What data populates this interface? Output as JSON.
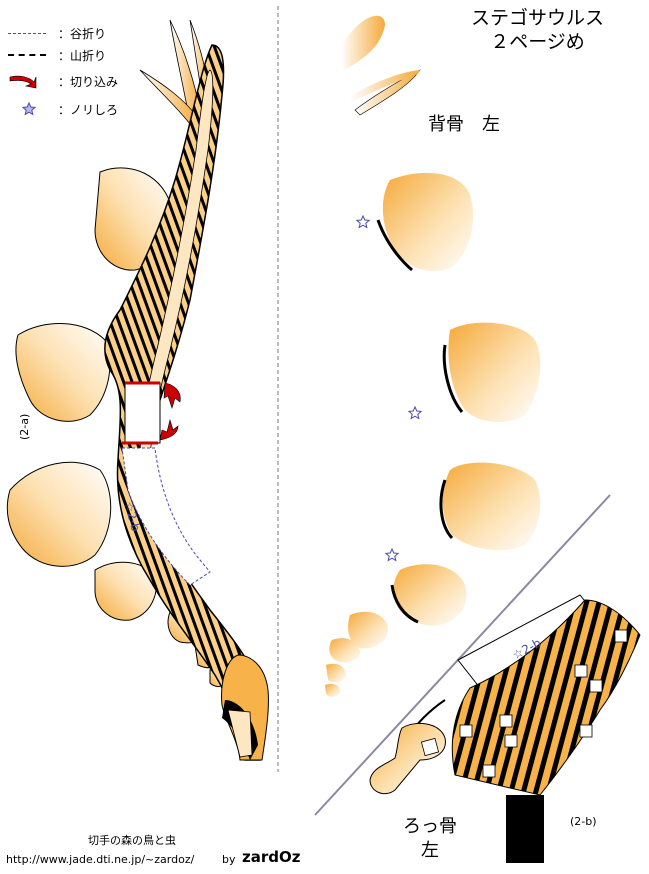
{
  "title": {
    "line1": "ステゴサウルス",
    "line2": "２ページめ"
  },
  "legend": [
    {
      "symbol": "valley-fold-line",
      "label": "：谷折り"
    },
    {
      "symbol": "mountain-fold-line",
      "label": "：山折り"
    },
    {
      "symbol": "cut-arrow-icon",
      "label": "：切り込み"
    },
    {
      "symbol": "star-icon",
      "label": "：ノリしろ"
    }
  ],
  "labels": {
    "back_bone_left": "背骨　左",
    "rib_line1": "ろっ骨",
    "rib_line2": "左",
    "part_2a": "(2-a)",
    "part_2b_corner": "(2-b)",
    "part_2b_body": "☆2-b",
    "part_2b_rib": "☆2-b"
  },
  "footer": {
    "site_title": "切手の森の鳥と虫",
    "url": "http://www.jade.dti.ne.jp/~zardoz/",
    "by": "by",
    "author": "zardOz"
  },
  "colors": {
    "bone_fill": "#f7b24a",
    "bone_light": "#ffffff",
    "cut_red": "#cc0000",
    "star_blue": "#4a4aa8",
    "fold_gray": "#8a8aa0"
  }
}
